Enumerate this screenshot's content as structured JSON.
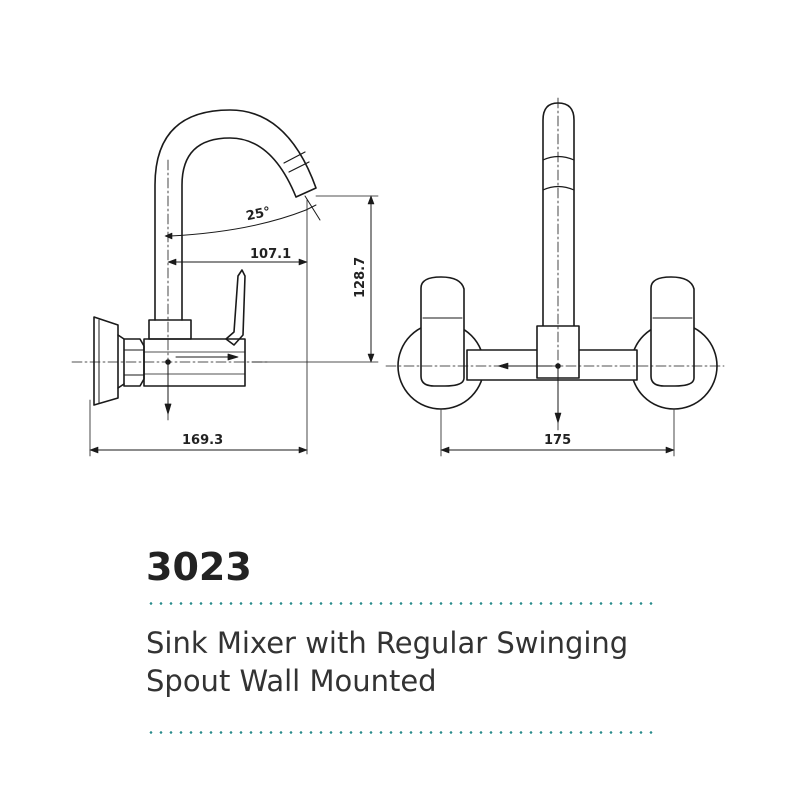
{
  "dimensions": {
    "angle": "25°",
    "spout_reach": "107.1",
    "spout_height": "128.7",
    "overall_depth": "169.3",
    "center_distance": "175"
  },
  "product": {
    "model_number": "3023",
    "description_line1": "Sink Mixer with Regular Swinging",
    "description_line2": "Spout Wall Mounted"
  },
  "colors": {
    "line": "#1a1a1a",
    "text": "#222222",
    "divider_accent": "#2a8c8c"
  }
}
